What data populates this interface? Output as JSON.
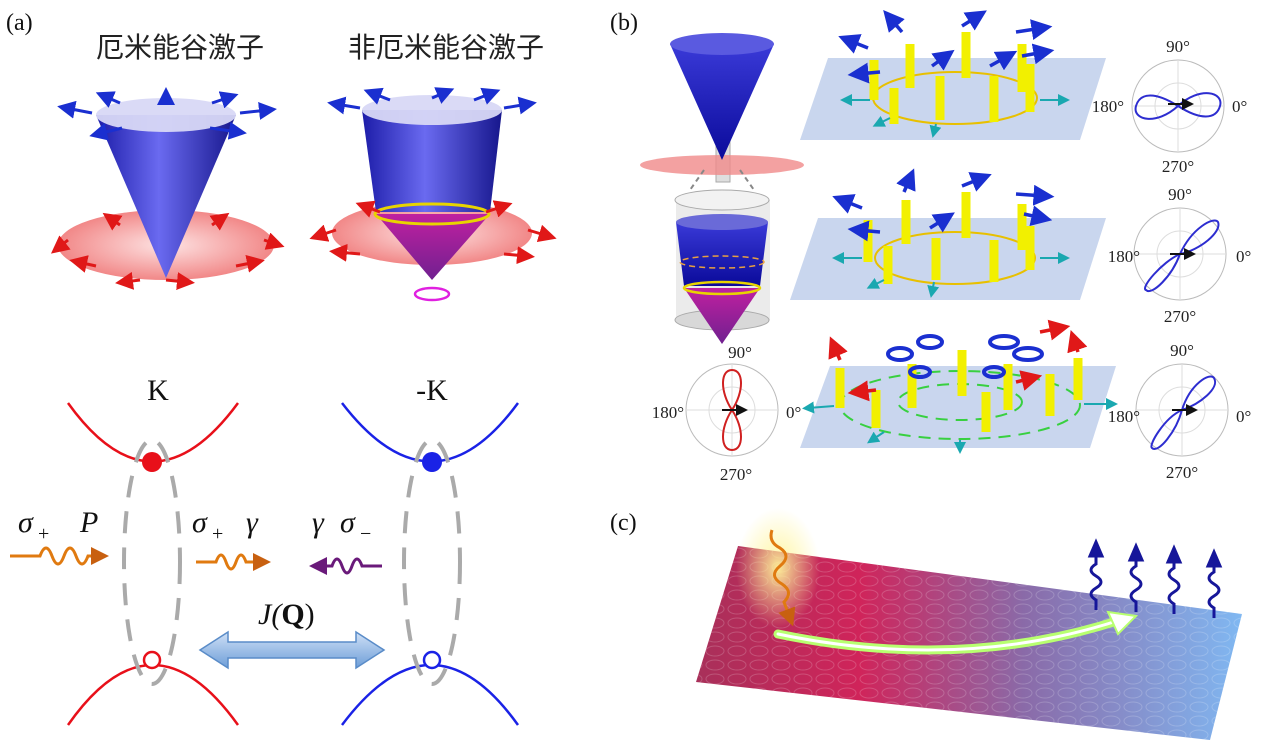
{
  "panels": {
    "a_label": "(a)",
    "b_label": "(b)",
    "c_label": "(c)"
  },
  "panel_a": {
    "title_left": "厄米能谷激子",
    "title_right": "非厄米能谷激子",
    "valley_left": "K",
    "valley_right": "-K",
    "photon_left": {
      "sigma": "σ",
      "sub": "+",
      "label": "P"
    },
    "photon_mid": {
      "sigma": "σ",
      "sub": "+",
      "label": "γ"
    },
    "photon_right": {
      "sigma": "σ",
      "sub": "−",
      "label": "γ"
    },
    "coupling": {
      "prefix": "J(",
      "bold": "Q",
      "suffix": ")"
    },
    "colors": {
      "k_valley": "#e8101a",
      "mk_valley": "#1a22e6",
      "cone": "#3333cc",
      "disk": "#f07070"
    }
  },
  "panel_b": {
    "polar_angles": [
      "90°",
      "0°",
      "270°",
      "180°"
    ],
    "colors": {
      "plane": "#c9d6ee",
      "spin_arrow": "#1a2fd0",
      "pillar": "#f2f000",
      "polar_blue": "#2d2dd0",
      "polar_red": "#d02020"
    }
  },
  "panel_c": {
    "colors": {
      "gradient_start": "#c0304a",
      "gradient_end": "#7fb3f0",
      "photon": "#e07a10",
      "emission": "#16169a",
      "trajectory": "#b8ff70"
    }
  }
}
